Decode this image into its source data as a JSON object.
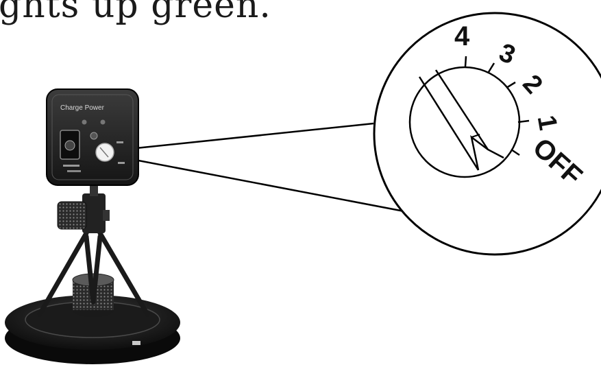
{
  "caption": "ghts up green.",
  "dial": {
    "labels": [
      "4",
      "3",
      "2",
      "1",
      "OFF"
    ]
  },
  "camera": {
    "front_label": "Charge Power"
  }
}
